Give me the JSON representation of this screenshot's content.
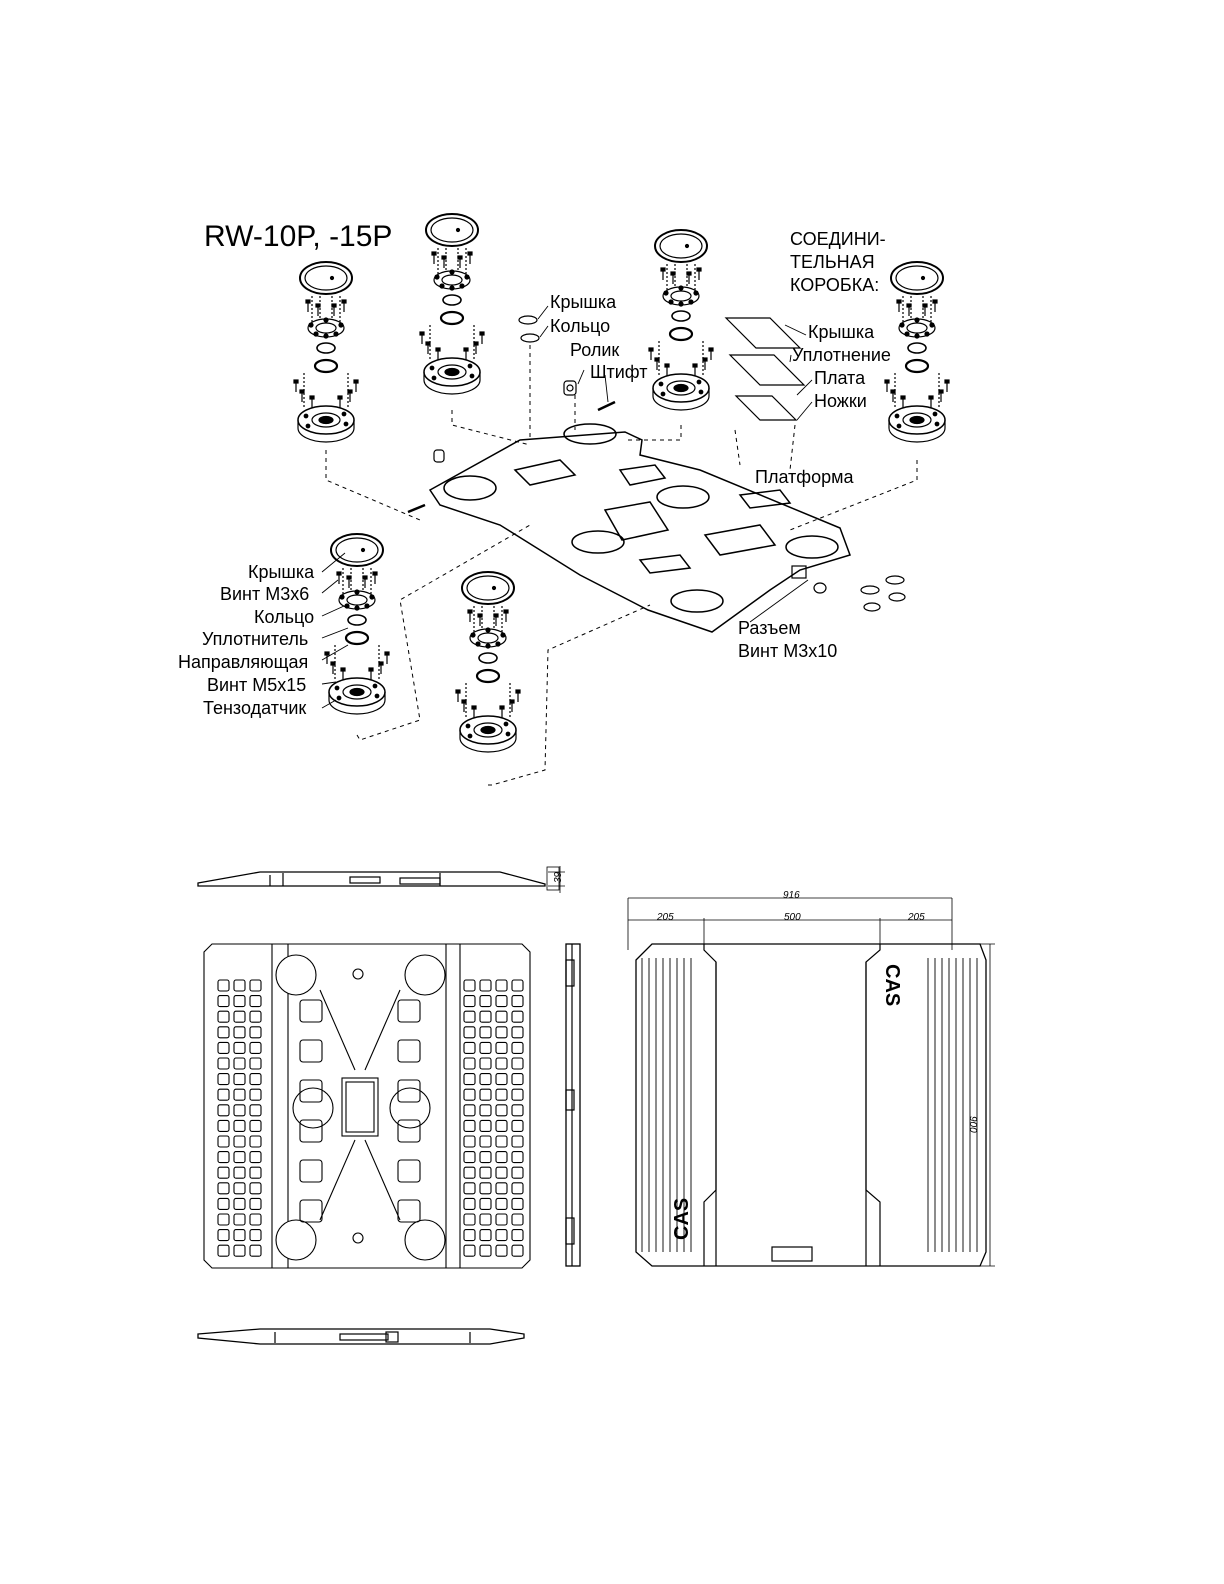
{
  "title": "RW-10P, -15P",
  "junction_box": "СОЕДИНИ-\nТЕЛЬНАЯ\nКОРОБКА:",
  "labels": {
    "top_cover": "Крышка",
    "top_ring": "Кольцо",
    "roller": "Ролик",
    "pin": "Штифт",
    "jb_cover": "Крышка",
    "jb_gasket": "Уплотнение",
    "jb_board": "Плата",
    "jb_feet": "Ножки",
    "platform": "Платформа",
    "connector": "Разъем",
    "screw_m3x10": "Винт М3х10",
    "lc_cover": "Крышка",
    "lc_screw_m3x6": "Винт М3х6",
    "lc_ring": "Кольцо",
    "lc_seal": "Уплотнитель",
    "lc_guide": "Направляющая",
    "lc_screw_m5x15": "Винт М5х15",
    "lc_loadcell": "Тензодатчик"
  },
  "dimensions": {
    "height": "39",
    "total_width": "916",
    "left_margin": "205",
    "center": "500",
    "right_margin": "205",
    "depth": "900"
  },
  "brand": "CAS"
}
